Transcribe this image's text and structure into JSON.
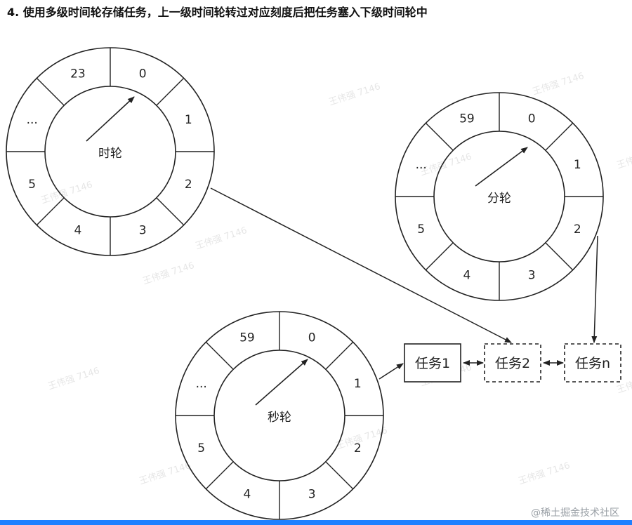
{
  "title": "4. 使用多级时间轮存储任务，上一级时间轮转过对应刻度后把任务塞入下级时间轮中",
  "colors": {
    "stroke": "#222222",
    "accent": "#1e80ff"
  },
  "wheels": [
    {
      "id": "hour",
      "center_label": "时轮",
      "slots": [
        "0",
        "1",
        "2",
        "3",
        "4",
        "5",
        "...",
        "23"
      ]
    },
    {
      "id": "minute",
      "center_label": "分轮",
      "slots": [
        "0",
        "1",
        "2",
        "3",
        "4",
        "5",
        "...",
        "59"
      ]
    },
    {
      "id": "second",
      "center_label": "秒轮",
      "slots": [
        "0",
        "1",
        "2",
        "3",
        "4",
        "5",
        "...",
        "59"
      ]
    }
  ],
  "tasks": [
    {
      "label": "任务1",
      "style": "solid"
    },
    {
      "label": "任务2",
      "style": "dashed"
    },
    {
      "label": "任务n",
      "style": "dashed"
    }
  ],
  "watermark_text": "王伟强 7146",
  "brand": "@稀土掘金技术社区"
}
